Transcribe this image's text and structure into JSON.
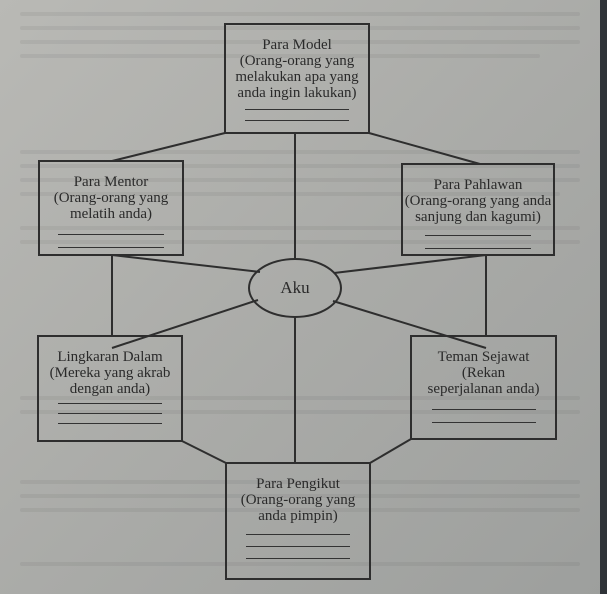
{
  "center": {
    "label": "Aku"
  },
  "boxes": {
    "model": {
      "title": "Para Model",
      "desc": "(Orang-orang yang melakukan apa yang anda ingin lakukan)"
    },
    "mentor": {
      "title": "Para Mentor",
      "desc": "(Orang-orang yang melatih anda)"
    },
    "pahlawan": {
      "title": "Para Pahlawan",
      "desc": "(Orang-orang yang anda sanjung dan kagumi)"
    },
    "lingkaran": {
      "title": "Lingkaran Dalam",
      "desc": "(Mereka yang akrab dengan anda)"
    },
    "teman": {
      "title": "Teman Sejawat",
      "desc": "(Rekan seperjalanan anda)"
    },
    "pengikut": {
      "title": "Para Pengikut",
      "desc": "(Orang-orang yang anda pimpin)"
    }
  },
  "colors": {
    "paper": "#afb0ad",
    "ink": "#2e2e2e",
    "background": "#3b3f45"
  }
}
